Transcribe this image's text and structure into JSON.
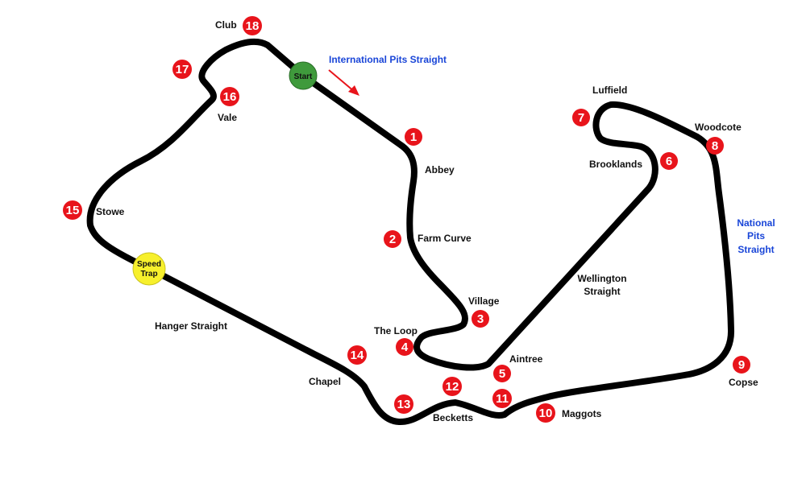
{
  "map": {
    "colors": {
      "track": "#000000",
      "marker": "#e8141b",
      "start": "#3f9a3c",
      "speed_trap": "#f7f02c",
      "blue_text": "#1a46d8"
    },
    "start_label": "Start",
    "speed_trap_label": [
      "Speed",
      "Trap"
    ],
    "international_pits": "International Pits Straight",
    "national_pits": [
      "National",
      "Pits",
      "Straight"
    ],
    "hanger_straight": "Hanger Straight",
    "wellington_straight": [
      "Wellington",
      "Straight"
    ],
    "markers": [
      {
        "n": "1",
        "label": "Abbey"
      },
      {
        "n": "2",
        "label": "Farm Curve"
      },
      {
        "n": "3",
        "label": "Village"
      },
      {
        "n": "4",
        "label": "The Loop"
      },
      {
        "n": "5",
        "label": "Aintree"
      },
      {
        "n": "6",
        "label": "Brooklands"
      },
      {
        "n": "7",
        "label": "Luffield"
      },
      {
        "n": "8",
        "label": "Woodcote"
      },
      {
        "n": "9",
        "label": "Copse"
      },
      {
        "n": "10",
        "label": "Maggots"
      },
      {
        "n": "11",
        "label": ""
      },
      {
        "n": "12",
        "label": "Becketts"
      },
      {
        "n": "13",
        "label": ""
      },
      {
        "n": "14",
        "label": "Chapel"
      },
      {
        "n": "15",
        "label": "Stowe"
      },
      {
        "n": "16",
        "label": "Vale"
      },
      {
        "n": "17",
        "label": ""
      },
      {
        "n": "18",
        "label": "Club"
      }
    ]
  }
}
